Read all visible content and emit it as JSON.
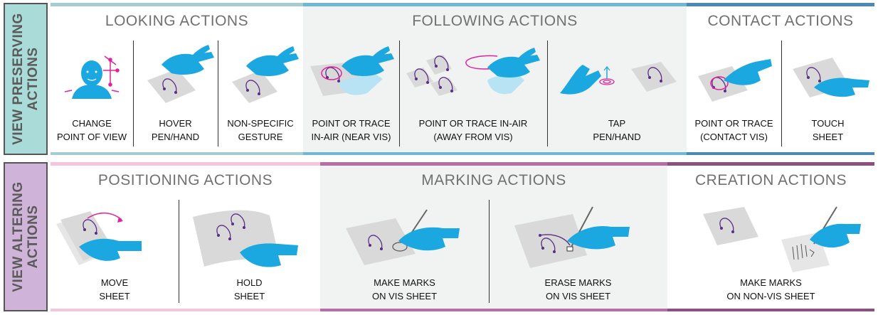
{
  "rows": [
    {
      "side_label": [
        "VIEW PRESERVING",
        "ACTIONS"
      ],
      "sections": [
        {
          "title": "LOOKING ACTIONS",
          "cells": [
            {
              "lines": [
                "CHANGE",
                "POINT OF VIEW"
              ]
            },
            {
              "lines": [
                "HOVER",
                "PEN/HAND"
              ]
            },
            {
              "lines": [
                "NON-SPECIFIC",
                "GESTURE"
              ]
            }
          ]
        },
        {
          "title": "FOLLOWING ACTIONS",
          "cells": [
            {
              "lines": [
                "POINT OR TRACE",
                "IN-AIR (NEAR VIS)"
              ]
            },
            {
              "lines": [
                "POINT OR TRACE IN-AIR",
                "(AWAY FROM VIS)"
              ]
            },
            {
              "lines": [
                "TAP",
                "PEN/HAND"
              ]
            }
          ]
        },
        {
          "title": "CONTACT ACTIONS",
          "cells": [
            {
              "lines": [
                "POINT OR TRACE",
                "(CONTACT VIS)"
              ]
            },
            {
              "lines": [
                "TOUCH",
                "SHEET"
              ]
            }
          ]
        }
      ]
    },
    {
      "side_label": [
        "VIEW ALTERING",
        "ACTIONS"
      ],
      "sections": [
        {
          "title": "POSITIONING ACTIONS",
          "cells": [
            {
              "lines": [
                "MOVE",
                "SHEET"
              ]
            },
            {
              "lines": [
                "HOLD",
                "SHEET"
              ]
            }
          ]
        },
        {
          "title": "MARKING ACTIONS",
          "cells": [
            {
              "lines": [
                "MAKE MARKS",
                "ON VIS SHEET"
              ]
            },
            {
              "lines": [
                "ERASE MARKS",
                "ON VIS SHEET"
              ]
            }
          ]
        },
        {
          "title": "CREATION ACTIONS",
          "cells": [
            {
              "lines": [
                "MAKE MARKS",
                "ON NON-VIS SHEET"
              ]
            }
          ]
        }
      ]
    }
  ],
  "colors": {
    "teal_row": "#a9dcd8",
    "purple_row": "#cfb3d8",
    "hand": "#1ba8e0",
    "accent": "#e0239a",
    "sheet": "#d9d9d9",
    "vis_dots": "#5b2d86",
    "bar_looking": "#a6ccd3",
    "bar_following": "#6fb7d3",
    "bar_contact": "#4a89b4",
    "bar_positioning": "#f3c6de",
    "bar_marking": "#b56fa6",
    "bar_creation": "#8b4f81"
  },
  "icons": {
    "change_point_of_view": "head-with-arrows-icon",
    "hover": "hand-hover-icon",
    "gesture": "hand-gesture-icon",
    "point_near": "point-trace-near-icon",
    "point_away": "point-trace-away-icon",
    "tap": "tap-icon",
    "contact": "contact-trace-icon",
    "touch": "touch-sheet-icon",
    "move": "move-sheet-icon",
    "hold": "hold-sheet-icon",
    "mark": "make-marks-icon",
    "erase": "erase-marks-icon",
    "create": "create-marks-icon"
  }
}
